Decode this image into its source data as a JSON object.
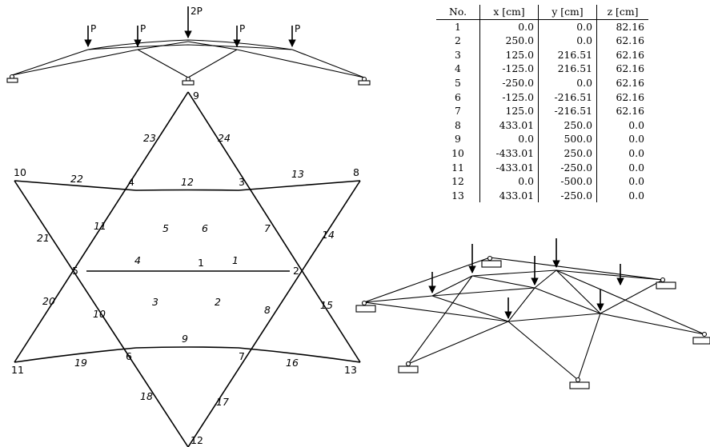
{
  "elevation": {
    "loads": [
      {
        "label": "P"
      },
      {
        "label": "P"
      },
      {
        "label": "2P"
      },
      {
        "label": "P"
      },
      {
        "label": "P"
      }
    ]
  },
  "plan": {
    "node_labels": [
      "1",
      "2",
      "3",
      "4",
      "5",
      "6",
      "7",
      "8",
      "9",
      "10",
      "11",
      "12",
      "13"
    ],
    "member_labels": [
      "1",
      "2",
      "3",
      "4",
      "5",
      "6",
      "7",
      "8",
      "9",
      "10",
      "11",
      "12",
      "13",
      "14",
      "15",
      "16",
      "17",
      "18",
      "19",
      "20",
      "21",
      "22",
      "23",
      "24"
    ]
  },
  "table": {
    "headers": [
      "No.",
      "x [cm]",
      "y [cm]",
      "z [cm]"
    ],
    "rows": [
      [
        "1",
        "0.0",
        "0.0",
        "82.16"
      ],
      [
        "2",
        "250.0",
        "0.0",
        "62.16"
      ],
      [
        "3",
        "125.0",
        "216.51",
        "62.16"
      ],
      [
        "4",
        "-125.0",
        "216.51",
        "62.16"
      ],
      [
        "5",
        "-250.0",
        "0.0",
        "62.16"
      ],
      [
        "6",
        "-125.0",
        "-216.51",
        "62.16"
      ],
      [
        "7",
        "125.0",
        "-216.51",
        "62.16"
      ],
      [
        "8",
        "433.01",
        "250.0",
        "0.0"
      ],
      [
        "9",
        "0.0",
        "500.0",
        "0.0"
      ],
      [
        "10",
        "-433.01",
        "250.0",
        "0.0"
      ],
      [
        "11",
        "-433.01",
        "-250.0",
        "0.0"
      ],
      [
        "12",
        "0.0",
        "-500.0",
        "0.0"
      ],
      [
        "13",
        "433.01",
        "-250.0",
        "0.0"
      ]
    ]
  }
}
